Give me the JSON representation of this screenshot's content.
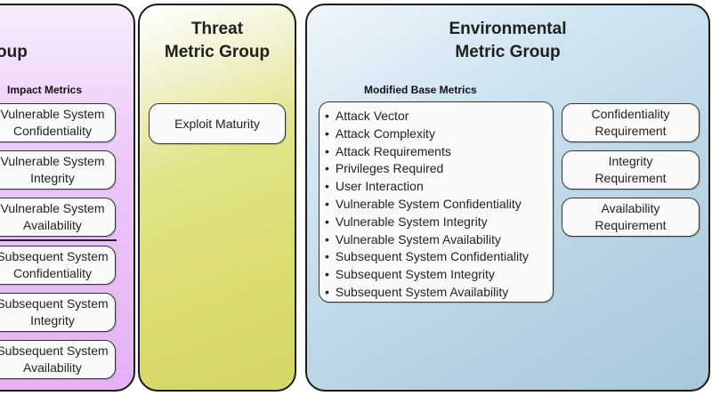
{
  "base_group": {
    "title_fragment": "oup",
    "impact_label": "Impact Metrics",
    "vulnerable": [
      {
        "line1": "Vulnerable System",
        "line2": "Confidentiality"
      },
      {
        "line1": "Vulnerable System",
        "line2": "Integrity"
      },
      {
        "line1": "Vulnerable System",
        "line2": "Availability"
      }
    ],
    "subsequent": [
      {
        "line1": "Subsequent System",
        "line2": "Confidentiality"
      },
      {
        "line1": "Subsequent System",
        "line2": "Integrity"
      },
      {
        "line1": "Subsequent System",
        "line2": "Availability"
      }
    ]
  },
  "threat_group": {
    "title_line1": "Threat",
    "title_line2": "Metric Group",
    "metrics": [
      "Exploit Maturity"
    ]
  },
  "environmental_group": {
    "title_line1": "Environmental",
    "title_line2": "Metric Group",
    "modified_label": "Modified Base Metrics",
    "modified_metrics": [
      "Attack Vector",
      "Attack Complexity",
      "Attack Requirements",
      "Privileges Required",
      "User Interaction",
      "Vulnerable System Confidentiality",
      "Vulnerable System Integrity",
      "Vulnerable System Availability",
      "Subsequent System Confidentiality",
      "Subsequent System Integrity",
      "Subsequent System Availability"
    ],
    "requirements": [
      {
        "line1": "Confidentiality",
        "line2": "Requirement"
      },
      {
        "line1": "Integrity",
        "line2": "Requirement"
      },
      {
        "line1": "Availability",
        "line2": "Requirement"
      }
    ]
  },
  "colors": {
    "base_panel": "#e6b1f6",
    "threat_panel": "#d9dc6a",
    "environmental_panel": "#bcd6e6",
    "box_fill": "#fafafa",
    "border": "#1a1a1a"
  }
}
